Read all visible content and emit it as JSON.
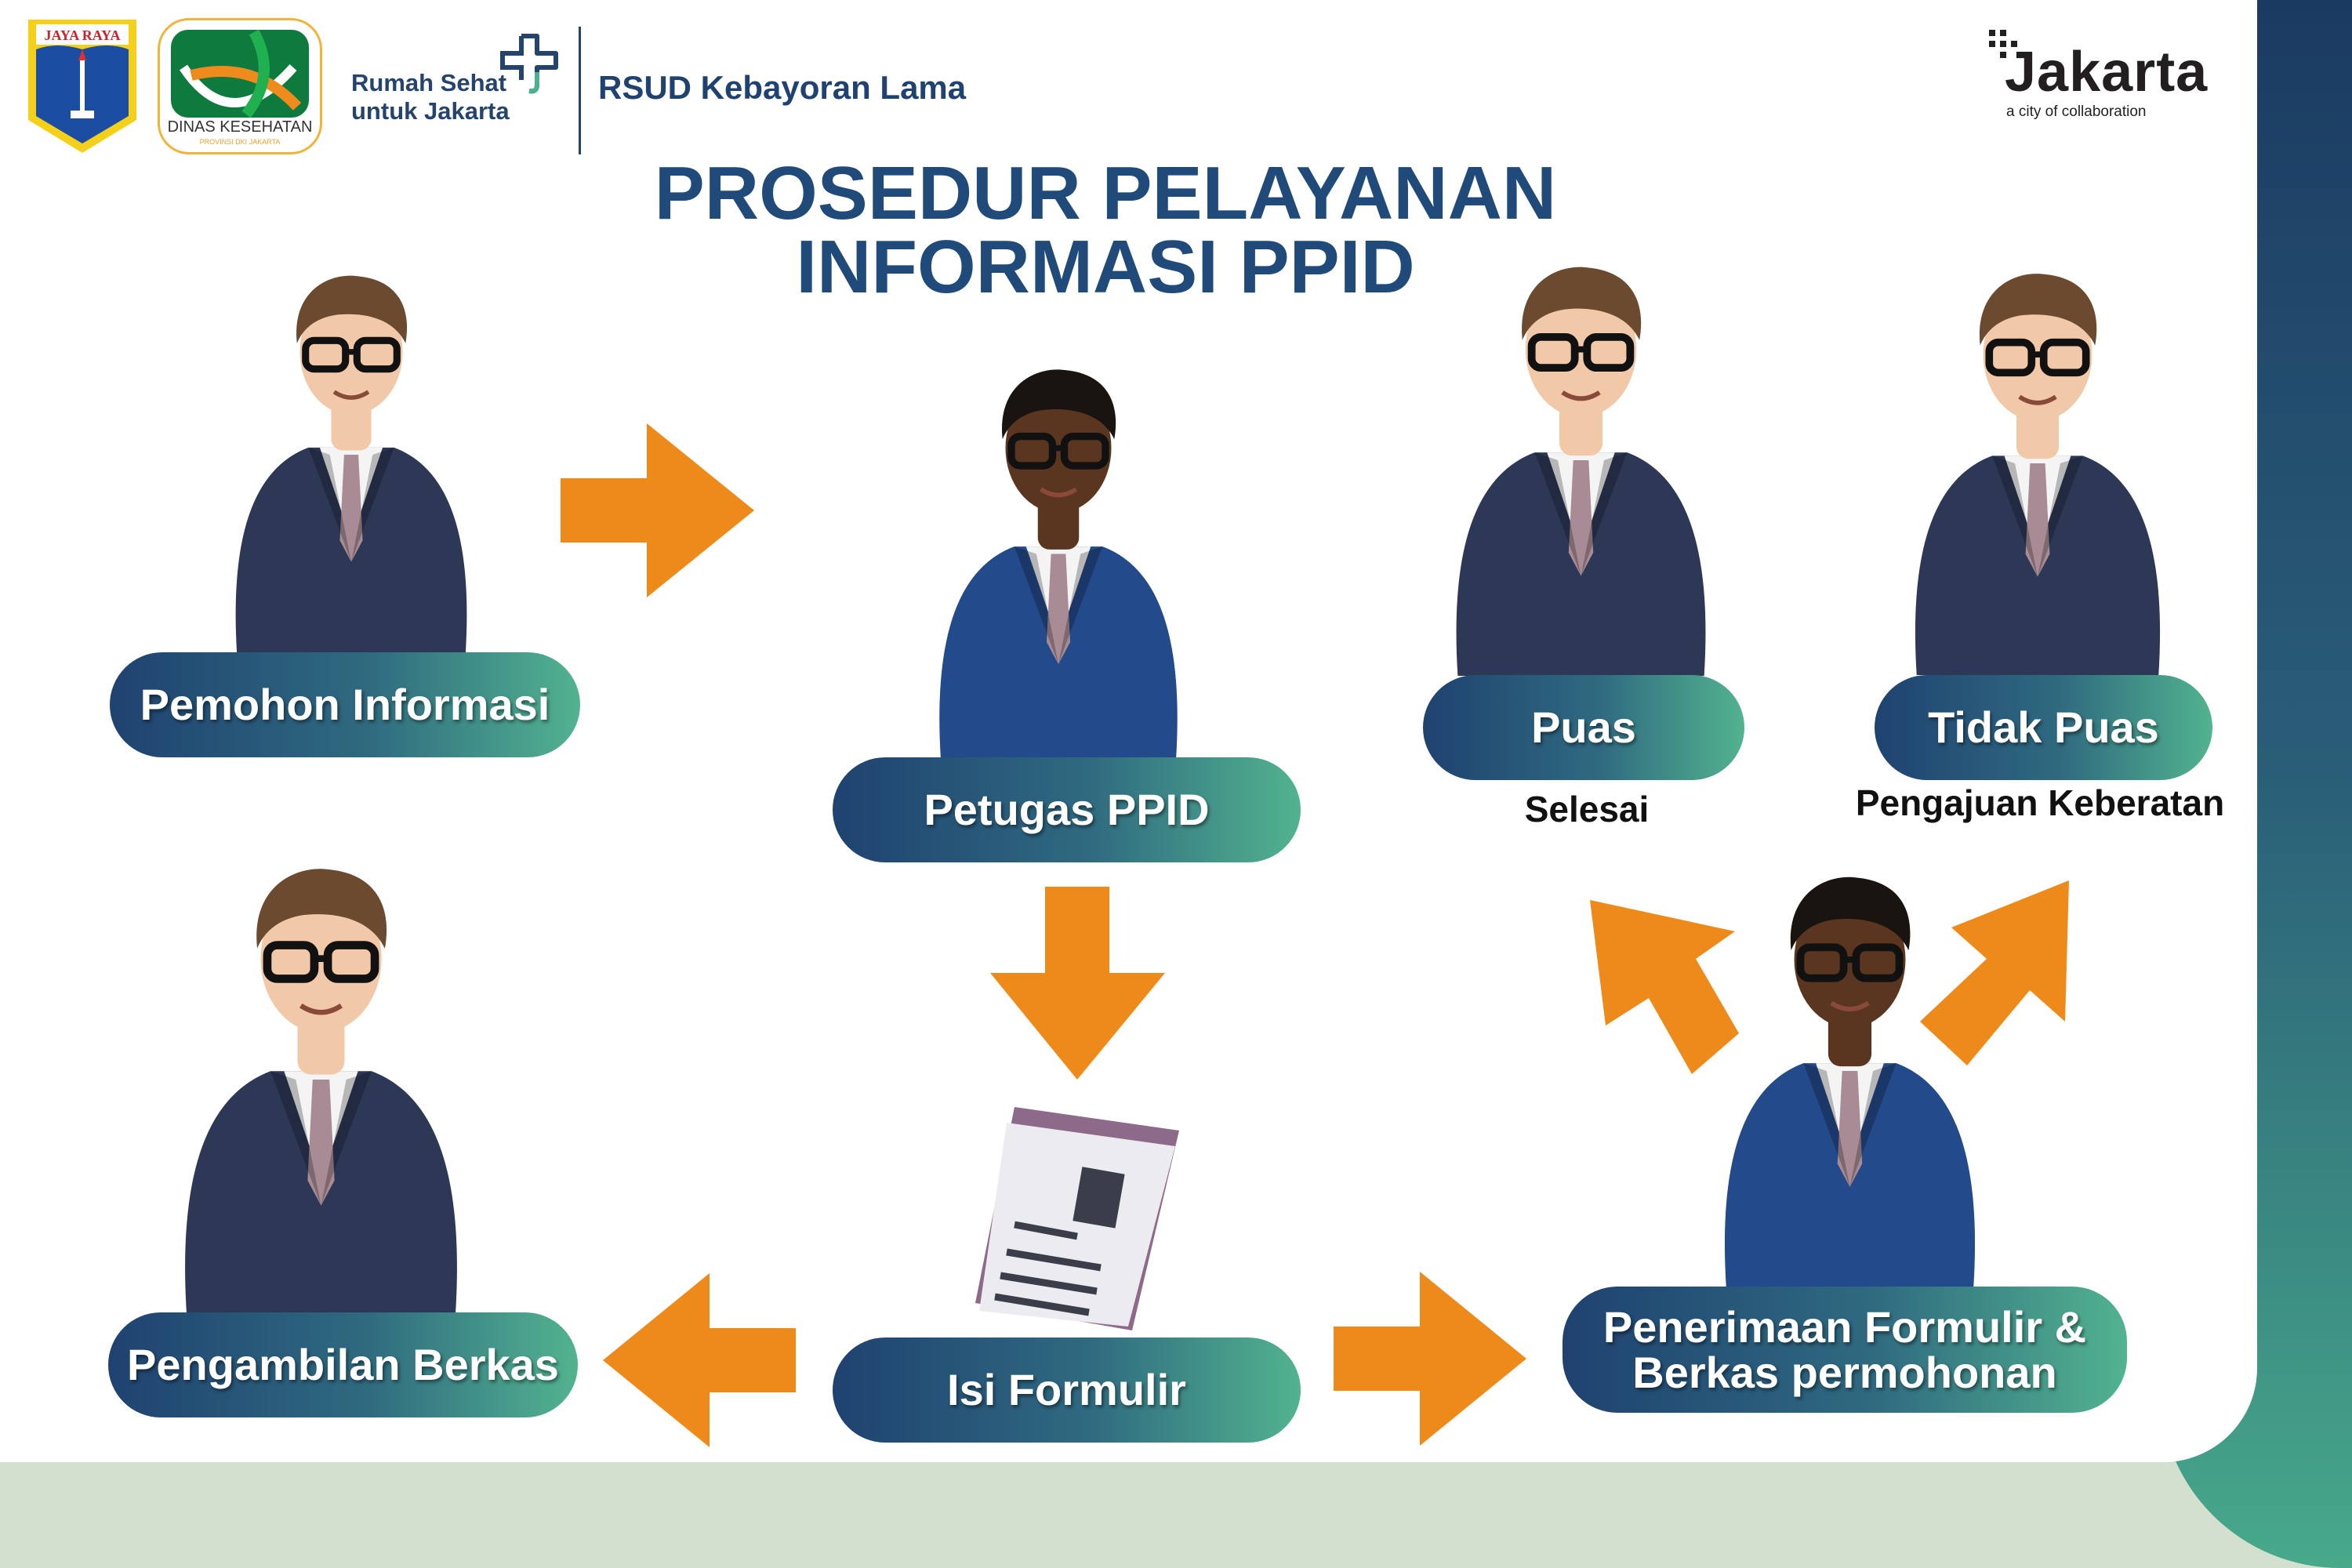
{
  "header": {
    "logo_jaya_raya": "JAYA RAYA",
    "logo_dinas": "DINAS KESEHATAN",
    "logo_dinas_sub": "PROVINSI DKI JAKARTA",
    "rumah_sehat_line1": "Rumah Sehat",
    "rumah_sehat_line2": "untuk Jakarta",
    "hospital_name": "RSUD Kebayoran Lama",
    "jakarta_word": "Jakarta",
    "jakarta_tagline": "a city of collaboration"
  },
  "title": {
    "line1": "PROSEDUR PELAYANAN",
    "line2": "INFORMASI PPID"
  },
  "steps": {
    "pemohon": "Pemohon Informasi",
    "petugas": "Petugas PPID",
    "puas": "Puas",
    "puas_sub": "Selesai",
    "tidak_puas": "Tidak Puas",
    "tidak_puas_sub": "Pengajuan Keberatan",
    "pengambilan": "Pengambilan Berkas",
    "isi_formulir": "Isi Formulir",
    "penerimaan_line1": "Penerimaan Formulir &",
    "penerimaan_line2": "Berkas permohonan"
  },
  "colors": {
    "accent_orange": "#ee8a1a",
    "navy": "#1f4270",
    "teal": "#52b38f"
  }
}
